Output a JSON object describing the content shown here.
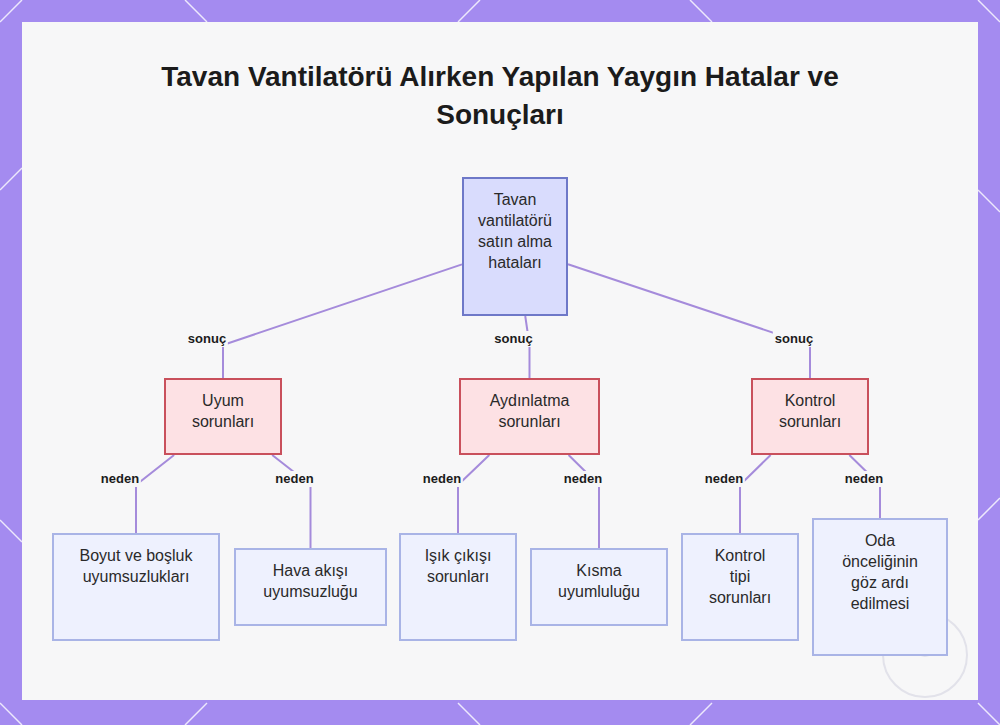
{
  "diagram": {
    "title": "Tavan Vantilatörü Alırken Yapılan Yaygın Hatalar ve Sonuçları",
    "nodes": [
      {
        "text": [
          "Tavan vantilatörü satın alma hataları"
        ]
      },
      {
        "text": [
          "Uyum sorunları"
        ]
      },
      {
        "text": [
          "Aydınlatma sorunları"
        ]
      },
      {
        "text": [
          "Kontrol sorunları"
        ]
      },
      {
        "text": [
          "Boyut ve boşluk uyumsuzlukları"
        ]
      },
      {
        "text": [
          "Hava akışı uyumsuzluğu"
        ]
      },
      {
        "text": [
          "Işık çıkışı sorunları"
        ]
      },
      {
        "text": [
          "Kısma uyumluluğu"
        ]
      },
      {
        "text": [
          "Kontrol tipi sorunları"
        ]
      },
      {
        "text": [
          "Oda önceliğinin göz ardı edilmesi"
        ]
      }
    ],
    "edges": [
      {
        "from": 0,
        "to": 1,
        "label": "sonuç",
        "arrow": "none"
      },
      {
        "from": 0,
        "to": 2,
        "label": "sonuç",
        "arrow": "none"
      },
      {
        "from": 0,
        "to": 3,
        "label": "sonuç",
        "arrow": "none"
      },
      {
        "from": 1,
        "to": 4,
        "label": "neden",
        "arrow": "none"
      },
      {
        "from": 1,
        "to": 5,
        "label": "neden",
        "arrow": "none"
      },
      {
        "from": 2,
        "to": 6,
        "label": "neden",
        "arrow": "none"
      },
      {
        "from": 2,
        "to": 7,
        "label": "neden",
        "arrow": "none"
      },
      {
        "from": 3,
        "to": 8,
        "label": "neden",
        "arrow": "none"
      },
      {
        "from": 3,
        "to": 9,
        "label": "neden",
        "arrow": "none"
      }
    ]
  }
}
